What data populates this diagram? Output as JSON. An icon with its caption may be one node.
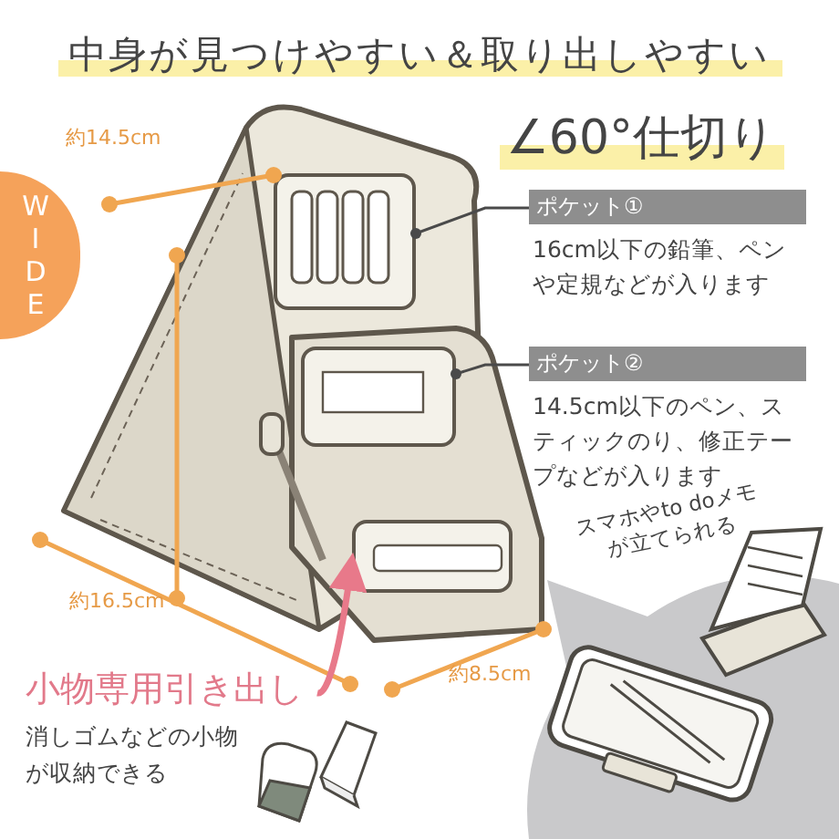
{
  "diagram": {
    "title": "中身が見つけやすい＆取り出しやすい",
    "nodes": [
      {
        "text": [],
        "shape": "picture"
      },
      {
        "text": [
          "ポケット①",
          "16cm以下の鉛筆、ペンや定規などが入ります"
        ]
      },
      {
        "text": [
          "ポケット②",
          "14.5cm以下のペン、スティックのり、修正テープなどが入ります"
        ]
      },
      {
        "text": [
          "小物専用引き出し",
          "消しゴムなどの小物が収納できる"
        ]
      },
      {
        "text": [],
        "shape": "box",
        "in": 0
      },
      {
        "text": [],
        "shape": "box",
        "in": 0
      },
      {
        "text": [],
        "shape": "box",
        "in": 0
      }
    ],
    "edges": [
      {
        "from": 1,
        "to": 4,
        "arrow": "other"
      },
      {
        "from": 2,
        "to": 5,
        "arrow": "other"
      },
      {
        "from": 3,
        "to": 6,
        "arrow": "to",
        "style": "thick",
        "color": "#e8798a"
      }
    ],
    "labels": [
      "∠60°仕切り",
      "WIDE",
      "約14.5cm",
      "約16.5cm",
      "約8.5cm",
      "スマホやto doメモが立てられる"
    ]
  }
}
